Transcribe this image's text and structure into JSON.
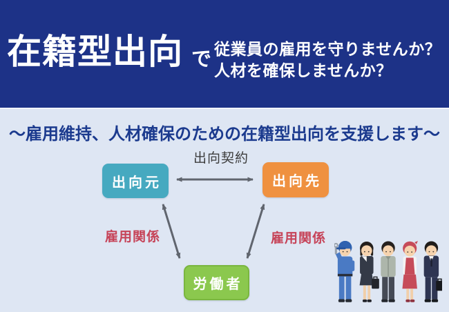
{
  "header": {
    "main_title": "在籍型出向",
    "particle": "で",
    "subtitle_line1": "従業員の雇用を守りませんか？",
    "subtitle_line2": "人材を確保しませんか？"
  },
  "panel": {
    "title": "〜雇用維持、人材確保のための在籍型出向を支援します〜"
  },
  "diagram": {
    "contract_label": "出向契約",
    "source_box_label": "出向元",
    "destination_box_label": "出向先",
    "worker_box_label": "労働者",
    "employment_label_left": "雇用関係",
    "employment_label_right": "雇用関係"
  },
  "illustration": {
    "figures": [
      "mechanic-worker",
      "business-woman",
      "factory-worker",
      "apron-woman",
      "business-man"
    ]
  },
  "colors": {
    "background_navy": "#1d3287",
    "panel_background": "#dee6f3",
    "panel_title_blue": "#1b3a8e",
    "source_box_teal": "#46a9c0",
    "destination_box_orange": "#ef9140",
    "worker_box_green": "#8bc84e",
    "employment_label_red": "#c64459",
    "arrow_gray": "#60656e",
    "header_text": "#ffffff",
    "contract_label_gray": "#3c3c3c"
  }
}
